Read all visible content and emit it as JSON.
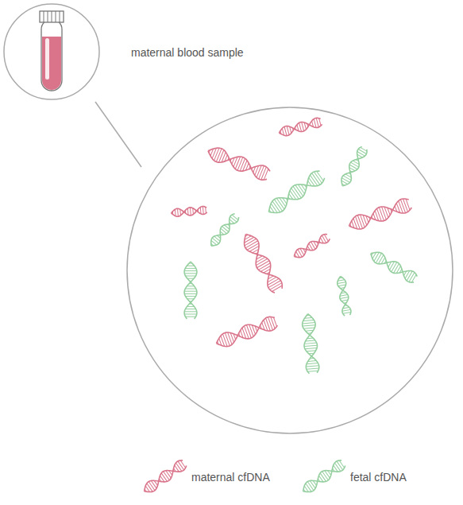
{
  "diagram": {
    "labels": [
      "maternal blood sample"
    ],
    "legend": [
      {
        "text": "maternal cfDNA"
      },
      {
        "text": "fetal cfDNA"
      }
    ]
  }
}
